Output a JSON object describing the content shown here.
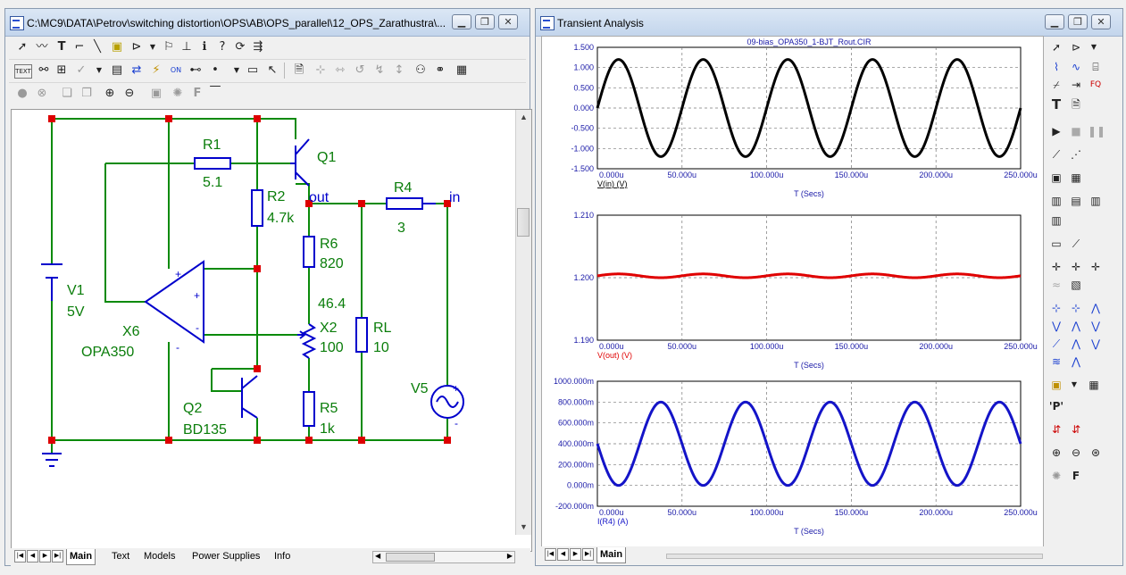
{
  "left_window": {
    "title": "C:\\MC9\\DATA\\Petrov\\switching distortion\\OPS\\AB\\OPS_parallel\\12_OPS_Zarathustra\\...",
    "buttons": {
      "minimize": "▁",
      "restore": "❐",
      "close": "✕"
    },
    "toolbar_icons": [
      "select-arrow-icon",
      "wire-icon",
      "text-icon",
      "wire-corner-icon",
      "line-icon",
      "info-tag-icon",
      "gate-icon",
      "flag-icon",
      "pin-icon",
      "info-icon",
      "help-icon",
      "rotate-icon",
      "bus-icon"
    ],
    "tabs": [
      "Main",
      "Text",
      "Models",
      "Power Supplies",
      "Info"
    ],
    "active_tab": "Main"
  },
  "schematic": {
    "labels": {
      "R1": "R1",
      "R1_val": "5.1",
      "R2": "R2",
      "R2_val": "4.7k",
      "Q1": "Q1",
      "out": "out",
      "R4": "R4",
      "R4_val": "3",
      "in": "in",
      "R6": "R6",
      "R6_val": "820",
      "X2_top": "46.4",
      "X2": "X2",
      "X2_val": "100",
      "RL": "RL",
      "RL_val": "10",
      "V1": "V1",
      "V1_val": "5V",
      "X6": "X6",
      "X6_val": "OPA350",
      "Q2": "Q2",
      "Q2_val": "BD135",
      "R5": "R5",
      "R5_val": "1k",
      "V5": "V5",
      "plus1": "+",
      "minus1": "-",
      "plus2": "+",
      "minus2": "-",
      "plus3": "+",
      "minus3": "-"
    },
    "colors": {
      "wire": "#0a8a0a",
      "component": "#0000cc",
      "node": "#dd0000",
      "text": "#0a7d0a"
    }
  },
  "right_window": {
    "title": "Transient Analysis",
    "buttons": {
      "minimize": "▁",
      "restore": "❐",
      "close": "✕"
    },
    "tabs": [
      "Main"
    ],
    "active_tab": "Main"
  },
  "chart_data": [
    {
      "type": "line",
      "title": "09-bias_OPA350_1-BJT_Rout.CIR",
      "trace_label": "V(in) (V)",
      "xlabel": "T (Secs)",
      "x_ticks": [
        "0.000u",
        "50.000u",
        "100.000u",
        "150.000u",
        "200.000u",
        "250.000u"
      ],
      "y_ticks": [
        "1.500",
        "1.000",
        "0.500",
        "0.000",
        "-0.500",
        "-1.000",
        "-1.500"
      ],
      "ylim": [
        -1.5,
        1.5
      ],
      "xlim": [
        0,
        250
      ],
      "color": "#000000",
      "series": [
        {
          "amplitude": 1.2,
          "offset": 0.0,
          "frequency_khz": 20,
          "phase_deg": 0
        }
      ]
    },
    {
      "type": "line",
      "trace_label": "V(out) (V)",
      "xlabel": "T (Secs)",
      "x_ticks": [
        "0.000u",
        "50.000u",
        "100.000u",
        "150.000u",
        "200.000u",
        "250.000u"
      ],
      "y_ticks": [
        "1.210",
        "1.200",
        "1.190"
      ],
      "ylim": [
        1.19,
        1.21
      ],
      "xlim": [
        0,
        250
      ],
      "color": "#e00000",
      "series": [
        {
          "amplitude": 0.0003,
          "offset": 1.2003,
          "frequency_khz": 20,
          "phase_deg": 0
        }
      ]
    },
    {
      "type": "line",
      "trace_label": "I(R4) (A)",
      "xlabel": "T (Secs)",
      "x_ticks": [
        "0.000u",
        "50.000u",
        "100.000u",
        "150.000u",
        "200.000u",
        "250.000u"
      ],
      "y_ticks": [
        "1000.000m",
        "800.000m",
        "600.000m",
        "400.000m",
        "200.000m",
        "0.000m",
        "-200.000m"
      ],
      "ylim": [
        -200,
        1000
      ],
      "xlim": [
        0,
        250
      ],
      "color": "#1414c8",
      "series": [
        {
          "amplitude": 400,
          "offset": 400,
          "frequency_khz": 20,
          "phase_deg": 180
        }
      ]
    }
  ]
}
